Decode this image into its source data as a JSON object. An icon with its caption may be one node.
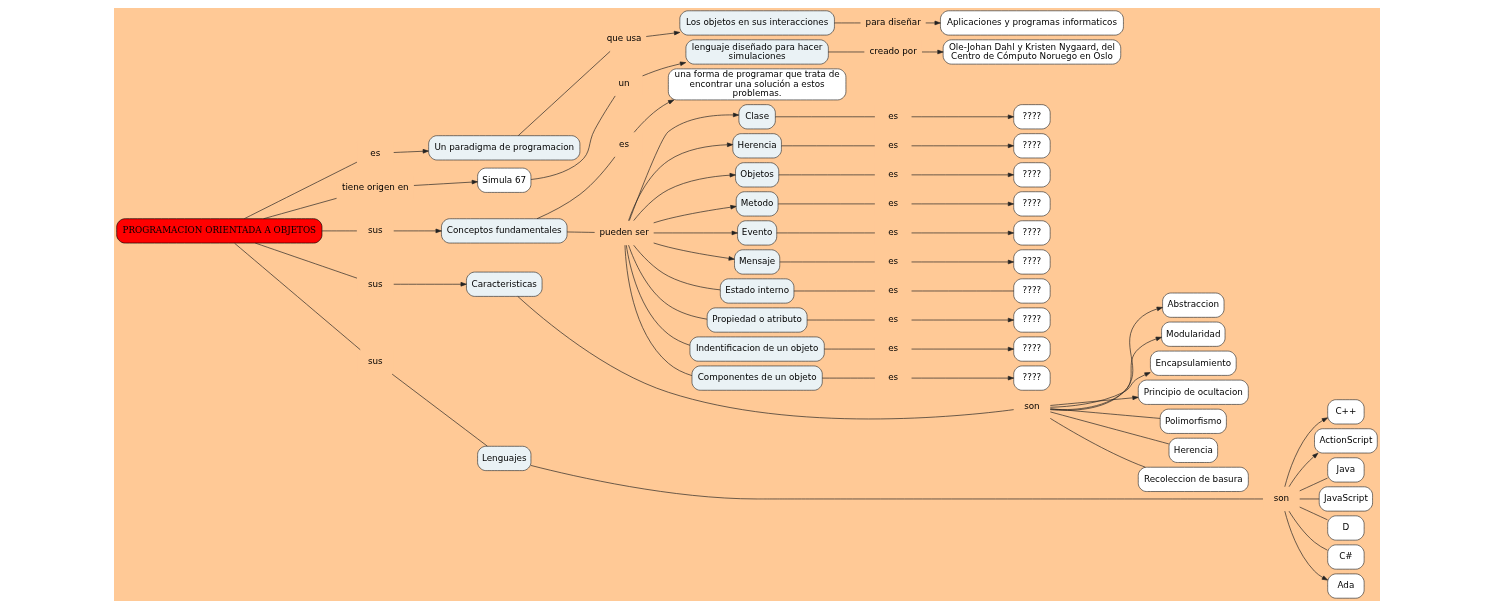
{
  "diagram": {
    "nodes": [
      {
        "text": [
          "Aplicaciones y programas informaticos"
        ]
      },
      {
        "text": [
          "Ole-Johan Dahl y Kristen Nygaard, del Centro de Cómputo Noruego en Oslo"
        ]
      },
      {
        "text": [
          "para diseñar"
        ]
      },
      {
        "text": [
          "creado por"
        ]
      },
      {
        "text": [
          "Los objetos en sus interacciones"
        ]
      },
      {
        "text": [
          "lenguaje diseñado para hacer simulaciones"
        ]
      },
      {
        "text": [
          "un"
        ]
      },
      {
        "text": [
          "que usa"
        ]
      },
      {
        "text": [
          "Simula 67"
        ]
      },
      {
        "text": [
          "una forma de programar que trata de encontrar una solución a estos problemas."
        ]
      },
      {
        "text": [
          "es"
        ]
      },
      {
        "text": [
          "Un paradigma de programacion"
        ]
      },
      {
        "text": [
          "es"
        ]
      },
      {
        "text": [
          "tiene origen en"
        ]
      },
      {
        "text": [
          "sus"
        ]
      },
      {
        "text": [
          "Conceptos fundamentales"
        ]
      },
      {
        "text": [
          "pueden ser"
        ]
      },
      {
        "text": [
          "PROGRAMACION ORIENTADA A OBJETOS"
        ]
      },
      {
        "text": [
          "sus"
        ]
      },
      {
        "text": [
          "sus"
        ]
      },
      {
        "text": [
          "Caracteristicas"
        ]
      },
      {
        "text": [
          "son"
        ]
      },
      {
        "text": [
          "Abstraccion"
        ]
      },
      {
        "text": [
          "Modularidad"
        ]
      },
      {
        "text": [
          "Encapsulamiento"
        ]
      },
      {
        "text": [
          "Principio de ocultacion"
        ]
      },
      {
        "text": [
          "Polimorfismo"
        ]
      },
      {
        "text": [
          "Herencia"
        ]
      },
      {
        "text": [
          "Recoleccion de basura"
        ]
      },
      {
        "text": [
          "Lenguajes"
        ]
      },
      {
        "text": [
          "son"
        ]
      },
      {
        "text": [
          "C++"
        ]
      },
      {
        "text": [
          "ActionScript"
        ]
      },
      {
        "text": [
          "Java"
        ]
      },
      {
        "text": [
          "JavaScript"
        ]
      },
      {
        "text": [
          "D"
        ]
      },
      {
        "text": [
          "C#"
        ]
      },
      {
        "text": [
          "Ada"
        ]
      },
      {
        "text": [
          "Clase"
        ]
      },
      {
        "text": [
          "Herencia"
        ]
      },
      {
        "text": [
          "Objetos"
        ]
      },
      {
        "text": [
          "Metodo"
        ]
      },
      {
        "text": [
          "Evento"
        ]
      },
      {
        "text": [
          "Mensaje"
        ]
      },
      {
        "text": [
          "Estado interno"
        ]
      },
      {
        "text": [
          "Propiedad o atributo"
        ]
      },
      {
        "text": [
          "Indentificacion de un objeto"
        ]
      },
      {
        "text": [
          "Componentes de un objeto"
        ]
      },
      {
        "text": [
          "es"
        ]
      },
      {
        "text": [
          "es"
        ]
      },
      {
        "text": [
          "es"
        ]
      },
      {
        "text": [
          "es"
        ]
      },
      {
        "text": [
          "es"
        ]
      },
      {
        "text": [
          "es"
        ]
      },
      {
        "text": [
          "es"
        ]
      },
      {
        "text": [
          "es"
        ]
      },
      {
        "text": [
          "es"
        ]
      },
      {
        "text": [
          "es"
        ]
      },
      {
        "text": [
          "????"
        ]
      },
      {
        "text": [
          "????"
        ]
      },
      {
        "text": [
          "????"
        ]
      },
      {
        "text": [
          "????"
        ]
      },
      {
        "text": [
          "????"
        ]
      },
      {
        "text": [
          "????"
        ]
      },
      {
        "text": [
          "????"
        ]
      },
      {
        "text": [
          "????"
        ]
      },
      {
        "text": [
          "????"
        ]
      },
      {
        "text": [
          "????"
        ]
      }
    ],
    "edges": [
      {
        "from": 17,
        "to": 12,
        "arrow": "none"
      },
      {
        "from": 12,
        "to": 11,
        "arrow": "to"
      },
      {
        "from": 11,
        "to": 7,
        "arrow": "none"
      },
      {
        "from": 7,
        "to": 4,
        "arrow": "to"
      },
      {
        "from": 4,
        "to": 2,
        "arrow": "none"
      },
      {
        "from": 2,
        "to": 0,
        "arrow": "to"
      },
      {
        "from": 17,
        "to": 13,
        "arrow": "none"
      },
      {
        "from": 13,
        "to": 8,
        "arrow": "to"
      },
      {
        "from": 8,
        "to": 6,
        "arrow": "none"
      },
      {
        "from": 6,
        "to": 5,
        "arrow": "to"
      },
      {
        "from": 5,
        "to": 3,
        "arrow": "none"
      },
      {
        "from": 3,
        "to": 1,
        "arrow": "to"
      },
      {
        "from": 17,
        "to": 14,
        "arrow": "none"
      },
      {
        "from": 14,
        "to": 15,
        "arrow": "to"
      },
      {
        "from": 15,
        "to": 10,
        "arrow": "none"
      },
      {
        "from": 10,
        "to": 9,
        "arrow": "to"
      },
      {
        "from": 15,
        "to": 16,
        "arrow": "none"
      },
      {
        "from": 16,
        "to": 38,
        "arrow": "to"
      },
      {
        "from": 16,
        "to": 39,
        "arrow": "to"
      },
      {
        "from": 16,
        "to": 40,
        "arrow": "to"
      },
      {
        "from": 16,
        "to": 41,
        "arrow": "to"
      },
      {
        "from": 16,
        "to": 42,
        "arrow": "to"
      },
      {
        "from": 16,
        "to": 43,
        "arrow": "to"
      },
      {
        "from": 16,
        "to": 44,
        "arrow": "none"
      },
      {
        "from": 16,
        "to": 45,
        "arrow": "none"
      },
      {
        "from": 16,
        "to": 46,
        "arrow": "none"
      },
      {
        "from": 16,
        "to": 47,
        "arrow": "none"
      },
      {
        "from": 38,
        "to": 48,
        "arrow": "none"
      },
      {
        "from": 48,
        "to": 58,
        "arrow": "to"
      },
      {
        "from": 39,
        "to": 49,
        "arrow": "none"
      },
      {
        "from": 49,
        "to": 59,
        "arrow": "to"
      },
      {
        "from": 40,
        "to": 50,
        "arrow": "none"
      },
      {
        "from": 50,
        "to": 60,
        "arrow": "to"
      },
      {
        "from": 41,
        "to": 51,
        "arrow": "none"
      },
      {
        "from": 51,
        "to": 61,
        "arrow": "to"
      },
      {
        "from": 42,
        "to": 52,
        "arrow": "none"
      },
      {
        "from": 52,
        "to": 62,
        "arrow": "to"
      },
      {
        "from": 43,
        "to": 53,
        "arrow": "none"
      },
      {
        "from": 53,
        "to": 63,
        "arrow": "to"
      },
      {
        "from": 44,
        "to": 54,
        "arrow": "none"
      },
      {
        "from": 54,
        "to": 64,
        "arrow": "none"
      },
      {
        "from": 45,
        "to": 55,
        "arrow": "none"
      },
      {
        "from": 55,
        "to": 65,
        "arrow": "to"
      },
      {
        "from": 46,
        "to": 56,
        "arrow": "none"
      },
      {
        "from": 56,
        "to": 66,
        "arrow": "to"
      },
      {
        "from": 47,
        "to": 57,
        "arrow": "none"
      },
      {
        "from": 57,
        "to": 67,
        "arrow": "to"
      },
      {
        "from": 17,
        "to": 18,
        "arrow": "none"
      },
      {
        "from": 18,
        "to": 20,
        "arrow": "to"
      },
      {
        "from": 20,
        "to": 21,
        "arrow": "none"
      },
      {
        "from": 21,
        "to": 22,
        "arrow": "to"
      },
      {
        "from": 21,
        "to": 23,
        "arrow": "to"
      },
      {
        "from": 21,
        "to": 24,
        "arrow": "to"
      },
      {
        "from": 21,
        "to": 25,
        "arrow": "to"
      },
      {
        "from": 21,
        "to": 26,
        "arrow": "none"
      },
      {
        "from": 21,
        "to": 27,
        "arrow": "none"
      },
      {
        "from": 21,
        "to": 28,
        "arrow": "none"
      },
      {
        "from": 17,
        "to": 19,
        "arrow": "none"
      },
      {
        "from": 19,
        "to": 29,
        "arrow": "none"
      },
      {
        "from": 29,
        "to": 30,
        "arrow": "none"
      },
      {
        "from": 30,
        "to": 31,
        "arrow": "to"
      },
      {
        "from": 30,
        "to": 32,
        "arrow": "to"
      },
      {
        "from": 30,
        "to": 33,
        "arrow": "none"
      },
      {
        "from": 30,
        "to": 34,
        "arrow": "none"
      },
      {
        "from": 30,
        "to": 35,
        "arrow": "none"
      },
      {
        "from": 30,
        "to": 36,
        "arrow": "none"
      },
      {
        "from": 30,
        "to": 37,
        "arrow": "to"
      }
    ]
  }
}
